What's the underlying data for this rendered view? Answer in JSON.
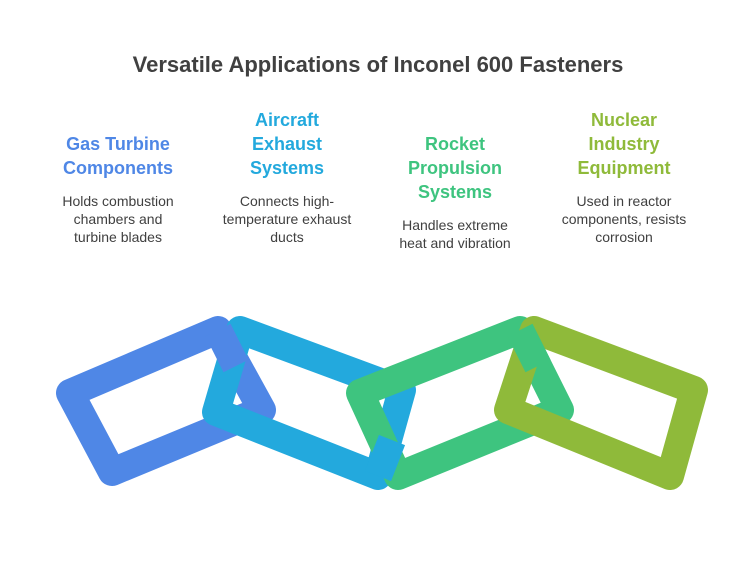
{
  "title": "Versatile Applications of Inconel 600 Fasteners",
  "colors": {
    "blue": "#4f87e6",
    "cyan": "#23a9dd",
    "green": "#3ec47f",
    "lime": "#8fba3a",
    "text": "#404040"
  },
  "applications": [
    {
      "heading_lines": [
        "Gas Turbine",
        "Components"
      ],
      "description_lines": [
        "Holds combustion",
        "chambers and",
        "turbine blades"
      ],
      "color": "#4f87e6"
    },
    {
      "heading_lines": [
        "Aircraft",
        "Exhaust",
        "Systems"
      ],
      "description_lines": [
        "Connects high-",
        "temperature exhaust",
        "ducts"
      ],
      "color": "#23a9dd"
    },
    {
      "heading_lines": [
        "Rocket",
        "Propulsion",
        "Systems"
      ],
      "description_lines": [
        "Handles extreme",
        "heat and vibration"
      ],
      "color": "#3ec47f"
    },
    {
      "heading_lines": [
        "Nuclear",
        "Industry",
        "Equipment"
      ],
      "description_lines": [
        "Used in reactor",
        "components, resists",
        "corrosion"
      ],
      "color": "#8fba3a"
    }
  ]
}
